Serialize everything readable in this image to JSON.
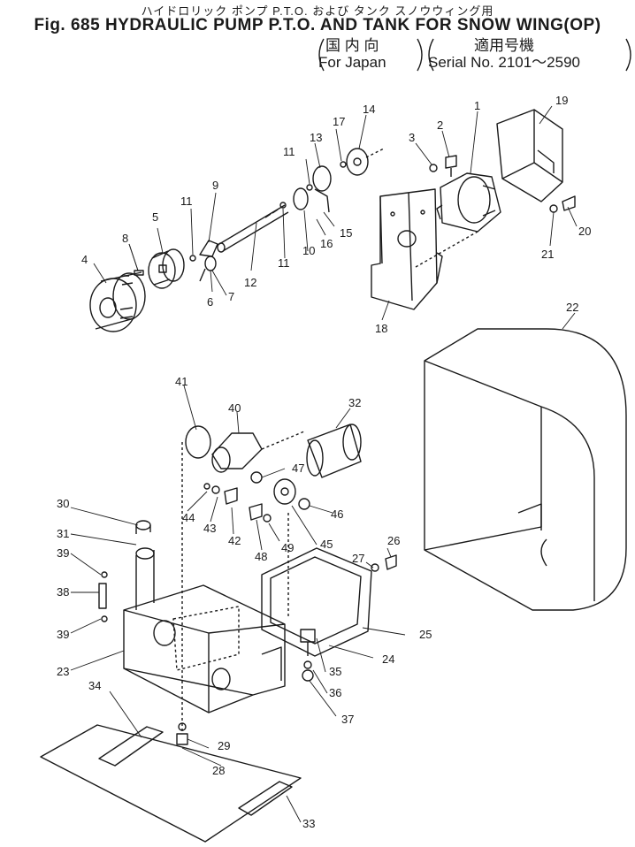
{
  "header": {
    "jp_title": "ハイドロリック ポンプ P.T.O. および タンク スノウウィング用",
    "figure_title": "Fig. 685 HYDRAULIC PUMP P.T.O. AND TANK FOR SNOW WING(OP)",
    "scope_jp": "国 内 向",
    "scope_en": "For Japan",
    "serial_jp": "適用号機",
    "serial_en": "Serial No. 2101～2590"
  },
  "callouts": [
    "1",
    "2",
    "3",
    "4",
    "5",
    "6",
    "7",
    "8",
    "9",
    "10",
    "11",
    "12",
    "13",
    "14",
    "15",
    "16",
    "17",
    "18",
    "19",
    "20",
    "21",
    "22",
    "23",
    "24",
    "25",
    "26",
    "27",
    "28",
    "29",
    "30",
    "31",
    "32",
    "33",
    "34",
    "35",
    "36",
    "37",
    "38",
    "39",
    "40",
    "41",
    "42",
    "43",
    "44",
    "45",
    "46",
    "47",
    "48",
    "49"
  ]
}
